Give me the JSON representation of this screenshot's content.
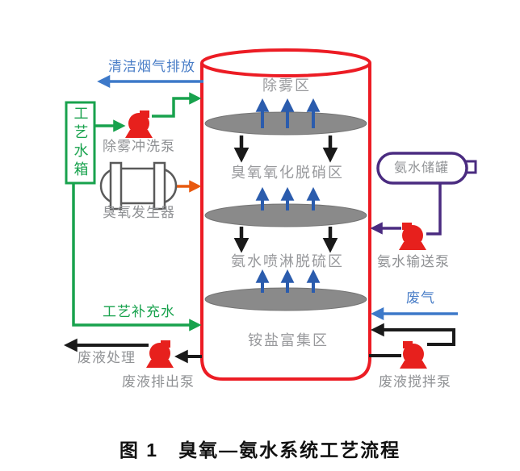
{
  "figure_caption": "图 1　臭氧—氨水系统工艺流程",
  "tower": {
    "zones": [
      {
        "label": "除雾区"
      },
      {
        "label": "臭氧氧化脱硝区"
      },
      {
        "label": "氨水喷淋脱硫区"
      },
      {
        "label": "铵盐富集区"
      }
    ]
  },
  "streams": {
    "clean_flue_gas": "清洁烟气排放",
    "process_makeup_water": "工艺补充水",
    "waste_gas": "废气",
    "waste_treatment": "废液处理"
  },
  "equipment": {
    "process_water_tank": "工艺水箱",
    "demist_flush_pump": "除雾冲洗泵",
    "ozone_generator": "臭氧发生器",
    "waste_discharge_pump": "废液排出泵",
    "ammonia_storage_tank": "氨水储罐",
    "ammonia_transfer_pump": "氨水输送泵",
    "waste_agitation_pump": "废液搅拌泵"
  },
  "colors": {
    "tower_red": "#ec1c24",
    "pump_red": "#e7201d",
    "tray_gray": "#8a8a8a",
    "flow_blue": "#3d79c9",
    "inner_arrow_blue": "#2b5cad",
    "water_green": "#18a24d",
    "ozone_orange": "#e8590f",
    "ammonia_purple": "#4a2b80",
    "line_black": "#1a1a1a",
    "label_gray": "#909295"
  }
}
